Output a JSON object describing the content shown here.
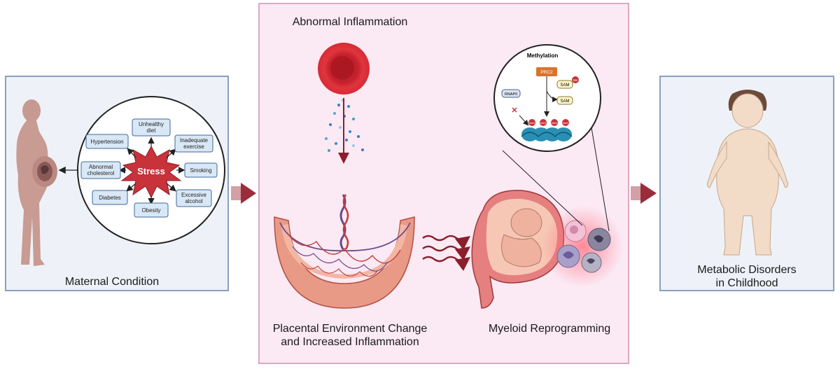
{
  "left_panel": {
    "title": "Maternal Condition",
    "stress_label": "Stress",
    "factors": [
      "Unhealthy diet",
      "Inadequate exercise",
      "Smoking",
      "Excessive alcohol",
      "Obesity",
      "Diabetes",
      "Abnormal cholesterol",
      "Hypertension"
    ]
  },
  "middle_panel": {
    "top_title": "Abnormal Inflammation",
    "placenta_label": "Placental Environment Change\nand Increased Inflammation",
    "myeloid_label": "Myeloid Reprogramming",
    "methylation": {
      "title": "Methylation",
      "prc2": "PRC2",
      "sam_1": "SAM",
      "sam_2": "SAM",
      "me": "Me",
      "rnapii": "RNAPII",
      "histone_marks": [
        "Me3",
        "Me3",
        "Me3",
        "Me3"
      ]
    }
  },
  "right_panel": {
    "title": "Metabolic Disorders\nin Childhood"
  },
  "colors": {
    "panel_blue_bg": "#eef2f8",
    "panel_blue_border": "#8a9fbf",
    "panel_pink_bg": "#fbe9f4",
    "panel_pink_border": "#d9a9c4",
    "arrow": "#9b2d3a",
    "stress": "#c8323b",
    "factor_box": "#d9e8f6"
  }
}
